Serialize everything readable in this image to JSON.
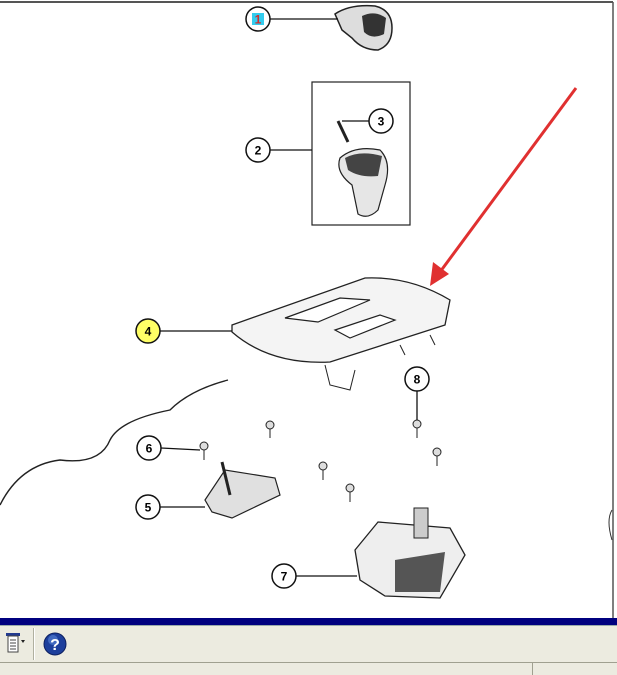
{
  "diagram": {
    "callouts": [
      {
        "label": "1"
      },
      {
        "label": "2"
      },
      {
        "label": "3"
      },
      {
        "label": "4"
      },
      {
        "label": "5"
      },
      {
        "label": "6"
      },
      {
        "label": "7"
      },
      {
        "label": "8"
      }
    ],
    "colors": {
      "arrow": "#e03030",
      "highlight": "#ffff66",
      "callout1_fill": "#33ccee",
      "title_bar": "#00007f"
    }
  },
  "toolbar": {
    "icons": [
      "list-menu-icon",
      "help-icon"
    ]
  }
}
